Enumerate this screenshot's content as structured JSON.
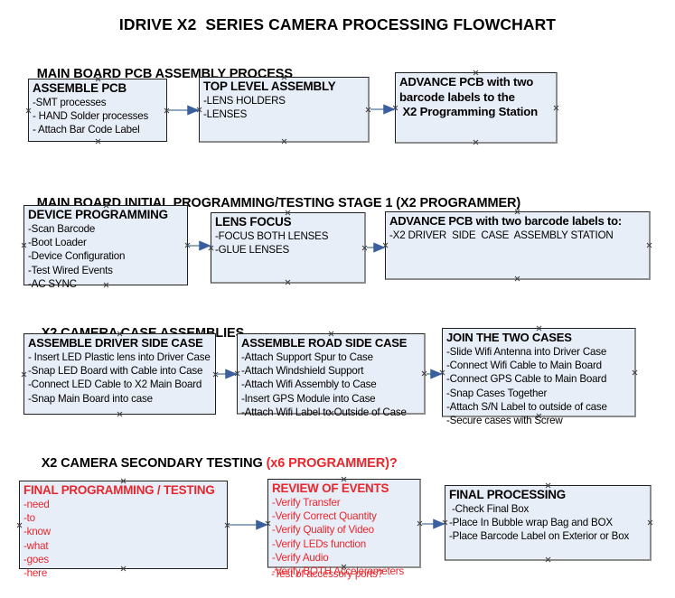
{
  "title": "IDRIVE X2  SERIES CAMERA PROCESSING FLOWCHART",
  "colors": {
    "box_fill": "#e8eef7",
    "box_border": "#20201f",
    "box_shadow": "#8d8d8d",
    "arrow": "#8fa8c0",
    "arrow_head": "#3a5f9e",
    "red": "#e8262b",
    "text": "#000000"
  },
  "sections": [
    {
      "heading": "MAIN BOARD PCB ASSEMBLY PROCESS",
      "heading_red": "",
      "boxes": [
        {
          "name": "assemble-pcb",
          "title": "ASSEMBLE PCB",
          "lines": [
            "-SMT processes",
            "- HAND Solder processes",
            "- Attach Bar Code Label"
          ],
          "bold_lines": false,
          "red": false
        },
        {
          "name": "top-level-assembly",
          "title": "TOP LEVEL ASSEMBLY",
          "lines": [
            "-LENS HOLDERS",
            "-LENSES"
          ],
          "bold_lines": false,
          "red": false
        },
        {
          "name": "advance-pcb-programming-station",
          "title": "ADVANCE PCB with two",
          "lines": [
            "barcode labels to the",
            " X2 Programming Station"
          ],
          "bold_lines": true,
          "red": false
        }
      ]
    },
    {
      "heading": "MAIN BOARD INITIAL PROGRAMMING/TESTING STAGE 1 (X2 PROGRAMMER)",
      "heading_red": "",
      "boxes": [
        {
          "name": "device-programming",
          "title": "DEVICE PROGRAMMING",
          "lines": [
            "-Scan Barcode",
            "-Boot Loader",
            "-Device Configuration",
            "-Test Wired Events",
            "-AC SYNC"
          ],
          "bold_lines": false,
          "red": false
        },
        {
          "name": "lens-focus",
          "title": "LENS FOCUS",
          "lines": [
            "-FOCUS BOTH LENSES",
            "-GLUE LENSES"
          ],
          "bold_lines": false,
          "red": false
        },
        {
          "name": "advance-pcb-driver-side-case",
          "title": "ADVANCE PCB with two barcode labels to:",
          "lines": [
            "-X2 DRIVER  SIDE  CASE  ASSEMBLY STATION"
          ],
          "bold_lines": false,
          "red": false
        }
      ]
    },
    {
      "heading": "X2 CAMERA CASE ASSEMBLIES",
      "heading_red": "",
      "boxes": [
        {
          "name": "assemble-driver-side-case",
          "title": "ASSEMBLE DRIVER SIDE CASE",
          "lines": [
            "- Insert LED Plastic lens into Driver Case",
            "-Snap LED Board with Cable into Case",
            "-Connect LED Cable to X2 Main Board",
            "-Snap Main Board into case"
          ],
          "bold_lines": false,
          "red": false
        },
        {
          "name": "assemble-road-side-case",
          "title": "ASSEMBLE ROAD SIDE CASE",
          "lines": [
            "-Attach Support Spur to Case",
            "-Attach Windshield Support",
            "-Attach Wifi Assembly to Case",
            "-Insert GPS Module into Case",
            "-Attach Wifi Label to Outside of Case"
          ],
          "bold_lines": false,
          "red": false
        },
        {
          "name": "join-the-two-cases",
          "title": "JOIN THE TWO CASES",
          "lines": [
            "-Slide Wifi Antenna into Driver Case",
            "-Connect Wifi Cable to Main Board",
            "-Connect GPS Cable to Main Board",
            "-Snap Cases Together",
            "-Attach S/N Label to outside of case",
            "-Secure cases with Screw"
          ],
          "bold_lines": false,
          "red": false
        }
      ]
    },
    {
      "heading": "X2 CAMERA SECONDARY TESTING ",
      "heading_red": "(x6 PROGRAMMER)?",
      "boxes": [
        {
          "name": "final-programming-testing",
          "title": "FINAL PROGRAMMING / TESTING",
          "lines": [
            "-need",
            "-to",
            "-know",
            "-what",
            "-goes",
            "-here"
          ],
          "bold_lines": false,
          "red": true
        },
        {
          "name": "review-of-events",
          "title": "REVIEW OF EVENTS",
          "lines": [
            "-Verify Transfer",
            "-Verify Correct Quantity",
            "-Verify Quality of Video",
            "-Verify LEDs function",
            "-Verify Audio",
            "-Verify BOTH Accelerometers"
          ],
          "overflow_line": "-Test of accessory ports?",
          "bold_lines": false,
          "red": true
        },
        {
          "name": "final-processing",
          "title": "FINAL PROCESSING",
          "lines": [
            " -Check Final Box",
            "-Place In Bubble wrap Bag and BOX",
            "-Place Barcode Label on Exterior or Box"
          ],
          "bold_lines": false,
          "red": false
        }
      ]
    }
  ]
}
